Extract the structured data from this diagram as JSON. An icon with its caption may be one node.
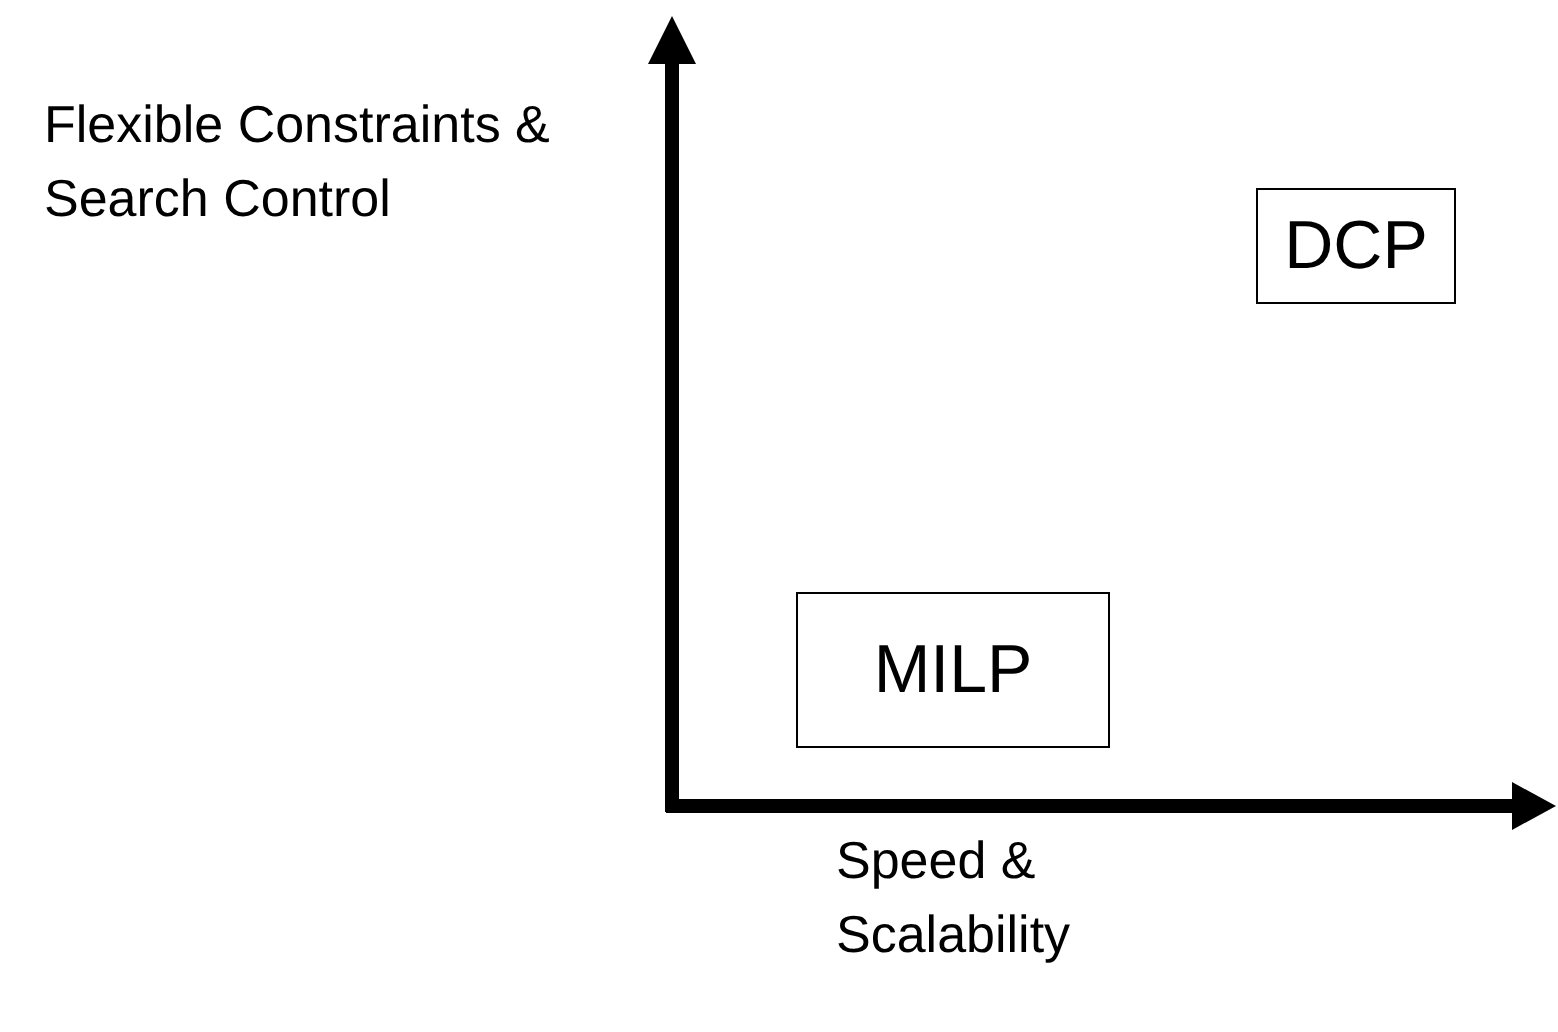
{
  "diagram": {
    "nodes": [
      {
        "text": [
          "DCP"
        ]
      },
      {
        "text": [
          "MILP"
        ]
      }
    ],
    "labels": [
      "Flexible Constraints & Search Control",
      "Speed & Scalability"
    ]
  }
}
